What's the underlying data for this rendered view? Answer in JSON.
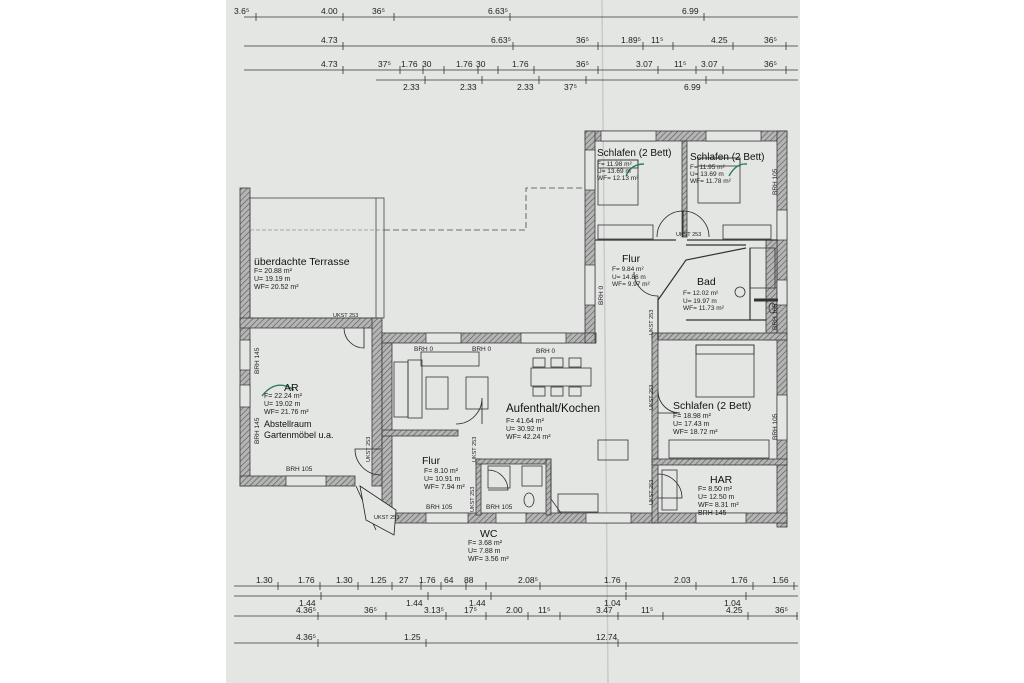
{
  "dimensions_top": [
    [
      "3.6⁵",
      "4.00",
      "36⁵",
      "6.63⁵",
      "6.99"
    ],
    [
      "4.73",
      "6.63⁵",
      "36⁵",
      "1.89⁵",
      "11⁵",
      "4.25",
      "36⁵"
    ],
    [
      "4.73",
      "37⁵",
      "1.76",
      "30",
      "1.76",
      "30",
      "1.76",
      "36⁵",
      "3.07",
      "11⁵",
      "3.07",
      "36⁵"
    ],
    [
      "2.33",
      "2.33",
      "2.33",
      "37⁵",
      "6.99"
    ]
  ],
  "dimensions_bottom": [
    [
      "1.30",
      "1.76",
      "1.30",
      "1.25",
      "27",
      "1.76",
      "64",
      "88",
      "2.08⁵",
      "1.76",
      "2.03",
      "1.76",
      "1.56"
    ],
    [
      "1.44",
      "1.44",
      "1.44",
      "1.04",
      "1.04"
    ],
    [
      "4.36⁵",
      "36⁵",
      "3.13⁵",
      "17⁵",
      "2.00",
      "11⁵",
      "3.47",
      "11⁵",
      "4.25",
      "36⁵"
    ],
    [
      "4.36⁵",
      "1.25",
      "12.74"
    ]
  ],
  "rooms": {
    "terrasse": {
      "name": "überdachte Terrasse",
      "info": [
        "F= 20.88 m²",
        "U= 19.19 m",
        "WF= 20.52 m²"
      ]
    },
    "ar": {
      "tag": "AR",
      "info": [
        "F= 22.24 m²",
        "U= 19.02 m",
        "WF= 21.76 m²"
      ],
      "name1": "Abstellraum",
      "name2": "Gartenmöbel u.a."
    },
    "schlafen1": {
      "name": "Schlafen (2 Bett)",
      "info": [
        "F= 11.98 m²",
        "U= 13.69 m",
        "WF= 12.13 m²"
      ]
    },
    "schlafen2": {
      "name": "Schlafen (2 Bett)",
      "info": [
        "F= 11.95 m²",
        "U= 13.69 m",
        "WF= 11.78 m²"
      ]
    },
    "flur_top": {
      "name": "Flur",
      "info": [
        "F= 9.84 m²",
        "U= 14.86 m",
        "WF= 9.97 m²"
      ]
    },
    "bad": {
      "name": "Bad",
      "info": [
        "F= 12.02 m²",
        "U= 19.97 m",
        "WF= 11.73 m²"
      ]
    },
    "aufenthalt": {
      "name": "Aufenthalt/Kochen",
      "info": [
        "F= 41.64 m²",
        "U= 30.92 m",
        "WF= 42.24 m²"
      ]
    },
    "schlafen3": {
      "name": "Schlafen (2 Bett)",
      "info": [
        "F= 18.98 m²",
        "U= 17.43 m",
        "WF= 18.72 m²"
      ]
    },
    "flur_bottom": {
      "name": "Flur",
      "info": [
        "F= 8.10 m²",
        "U= 10.91 m",
        "WF= 7.94 m²"
      ]
    },
    "har": {
      "name": "HAR",
      "info": [
        "F= 8.50 m²",
        "U= 12.50 m",
        "WF= 8.31 m²",
        "BRH 145"
      ]
    },
    "wc": {
      "name": "WC",
      "info": [
        "F= 3.68 m²",
        "U= 7.88 m",
        "WF= 3.56 m²"
      ]
    }
  },
  "annotations": {
    "brh0_a": "BRH 0",
    "brh0_b": "BRH 0",
    "brh0_c": "BRH 0",
    "brh0_d": "BRH 0",
    "brh145": "BRH 145",
    "brh145b": "BRH 145",
    "brh105_ar": "BRH 105",
    "brh105_wc": "BRH 105",
    "brh105b": "BRH 105",
    "brh105_r1": "BRH 105",
    "brh105_r2": "BRH 105",
    "brh105_s3": "BRH 105",
    "ukst_a": "UKST 253",
    "ukst_b": "UKST 253",
    "ukst_c": "UKST 253",
    "ukst_d": "UKST 253",
    "ukst_e": "UKST 253",
    "ukst_f": "UKST 253",
    "ukst_g": "UKST 253",
    "ukst_h": "UKST 253",
    "ukst_i": "UKST 253"
  },
  "colors": {
    "paper": "#e4e6e4",
    "wall": "#4a4a4a",
    "wall_fill": "#9a9a9a",
    "line": "#222222",
    "checkmark": "#2e7d5e"
  }
}
